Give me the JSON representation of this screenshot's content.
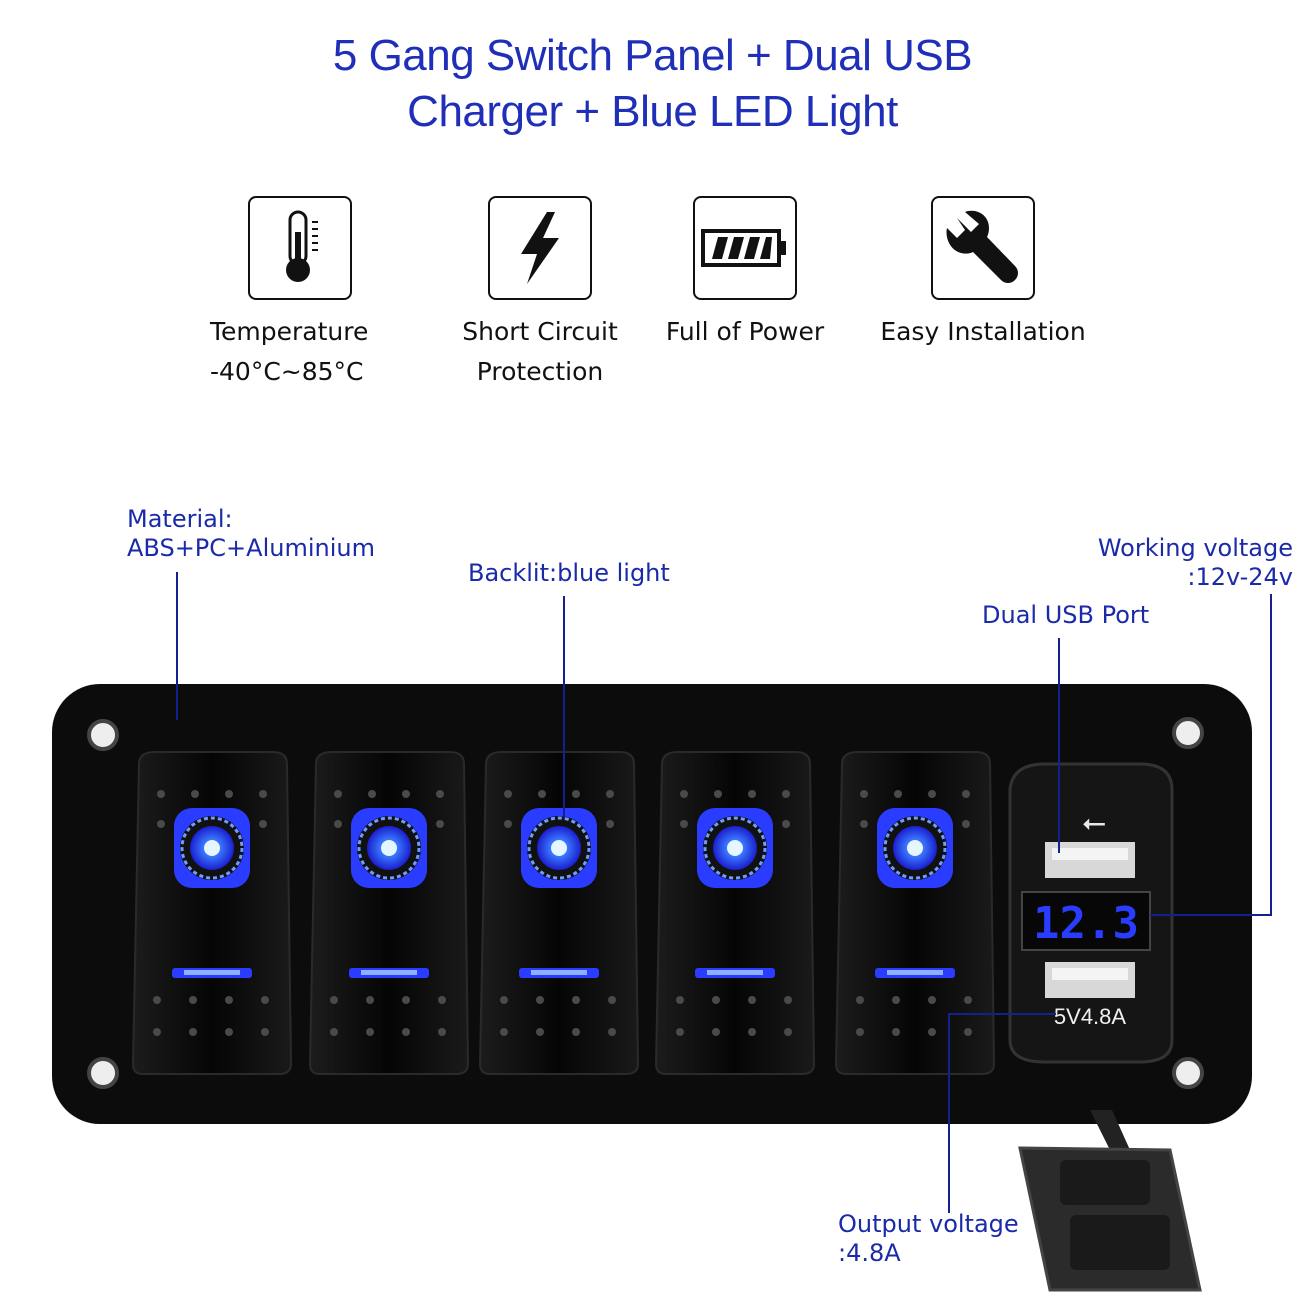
{
  "title": {
    "line1": "5 Gang Switch Panel + Dual USB",
    "line2": "Charger + Blue LED Light"
  },
  "features": [
    {
      "icon": "thermometer-icon",
      "line1": "Temperature",
      "line2": "-40°C~85°C"
    },
    {
      "icon": "lightning-bolt-icon",
      "line1": "Short Circuit",
      "line2": "Protection"
    },
    {
      "icon": "battery-icon",
      "line1": "Full of Power",
      "line2": ""
    },
    {
      "icon": "wrench-icon",
      "line1": "Easy Installation",
      "line2": ""
    }
  ],
  "callouts": {
    "material_line1": "Material:",
    "material_line2": "ABS+PC+Aluminium",
    "backlit": "Backlit:blue light",
    "working_voltage_line1": "Working voltage",
    "working_voltage_line2": ":12v-24v",
    "usb_port": "Dual USB Port",
    "output_line1": "Output voltage",
    "output_line2": ":4.8A"
  },
  "panel": {
    "switch_count": 5,
    "voltmeter_reading": "12.3",
    "usb_rating": "5V4.8A",
    "led_color": "#2a3cff",
    "panel_color": "#0c0c0c",
    "accent_color": "#1f2fb8"
  }
}
